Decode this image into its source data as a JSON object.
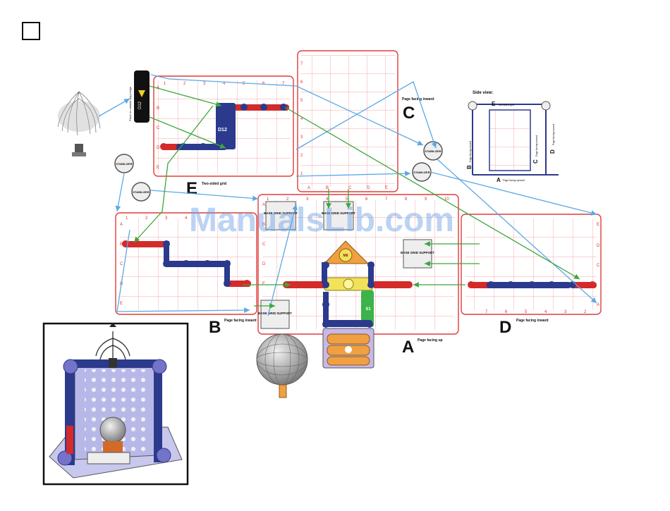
{
  "labels": {
    "A": "A",
    "B": "B",
    "C": "C",
    "D": "D",
    "E": "E"
  },
  "captions": {
    "a": "Page facing up",
    "b": "Page facing inward",
    "c": "Page facing inward",
    "d": "Page facing inward",
    "e": "Two-sided grid"
  },
  "side_view": {
    "title": "Side view:",
    "top_label": "E",
    "top_caption": "Two-sided grid",
    "bottom_label": "A",
    "bottom_caption": "Page facing upward",
    "left_label": "B",
    "left_caption": "Page facing inward",
    "right_c_label": "C",
    "right_c_caption": "Page facing inward",
    "right_d_label": "D",
    "right_d_caption": "Page facing inward"
  },
  "parts": {
    "stabilizer": "STABILIZER",
    "base_grid_support": "BASE GRID SUPPORT",
    "d12_note": "Place on outside (top) edge",
    "d12": "D12",
    "m8": "M8",
    "s1": "S1",
    "motor_label": "M8"
  },
  "watermark": "ManualsLib.com",
  "colors": {
    "grid_red": "#e23b3b",
    "snap_blue": "#2b3a8c",
    "wire_red": "#d42a2a",
    "arrow_blue": "#5aa9e6",
    "arrow_green": "#3aa83a",
    "switch_green": "#3bb34a",
    "motor_yellow": "#f2e25a",
    "battery_orange": "#f0a040"
  }
}
